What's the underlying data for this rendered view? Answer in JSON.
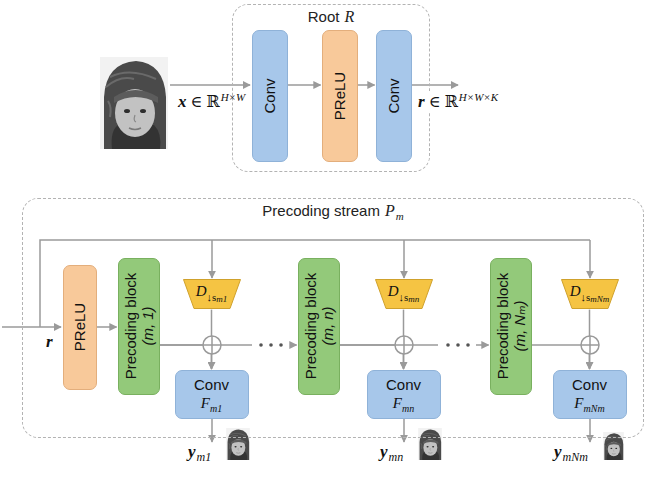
{
  "diagram": {
    "nodes": [
      {
        "text": [
          "Root",
          "R"
        ]
      },
      {
        "text": [
          "Conv"
        ],
        "in": 0
      },
      {
        "text": [
          "PReLU"
        ],
        "in": 0
      },
      {
        "text": [
          "Conv"
        ],
        "in": 0
      },
      {
        "text": [
          "Precoding stream",
          "P",
          "m"
        ]
      },
      {
        "text": [
          "PReLU"
        ],
        "in": 4
      },
      {
        "text": [
          "Precoding block",
          "(m, 1)"
        ],
        "in": 4
      },
      {
        "text": [
          "D",
          "↓s",
          "m1"
        ],
        "in": 4
      },
      {
        "text": [
          "Conv",
          "F",
          "m1"
        ],
        "in": 4
      },
      {
        "text": [
          "Precoding block",
          "(m, n)"
        ],
        "in": 4
      },
      {
        "text": [
          "D",
          "↓s",
          "mn"
        ],
        "in": 4
      },
      {
        "text": [
          "Conv",
          "F",
          "mn"
        ],
        "in": 4
      },
      {
        "text": [
          "Precoding block",
          "(m, Nₘ)"
        ],
        "in": 4
      },
      {
        "text": [
          "D",
          "↓s",
          "mNm"
        ],
        "in": 4
      },
      {
        "text": [
          "Conv",
          "F",
          "mNm"
        ],
        "in": 4
      }
    ],
    "edges": [
      {
        "from": 1,
        "to": 2,
        "arrow": "to"
      },
      {
        "from": 2,
        "to": 3,
        "arrow": "to"
      },
      {
        "from": 5,
        "to": 6,
        "arrow": "to"
      },
      {
        "from": 6,
        "to": 8,
        "arrow": "to"
      },
      {
        "from": 7,
        "to": 8,
        "arrow": "to"
      },
      {
        "from": 6,
        "to": 9,
        "arrow": "to"
      },
      {
        "from": 9,
        "to": 11,
        "arrow": "to"
      },
      {
        "from": 10,
        "to": 11,
        "arrow": "to"
      },
      {
        "from": 9,
        "to": 12,
        "arrow": "to"
      },
      {
        "from": 12,
        "to": 14,
        "arrow": "to"
      },
      {
        "from": 13,
        "to": 14,
        "arrow": "to"
      }
    ],
    "labels": [
      "x",
      "∈ ℝ",
      "H×W",
      "r",
      "∈ ℝ",
      "H×W×K",
      "r",
      "y",
      "m1",
      "y",
      "mn",
      "y",
      "mNm"
    ]
  }
}
